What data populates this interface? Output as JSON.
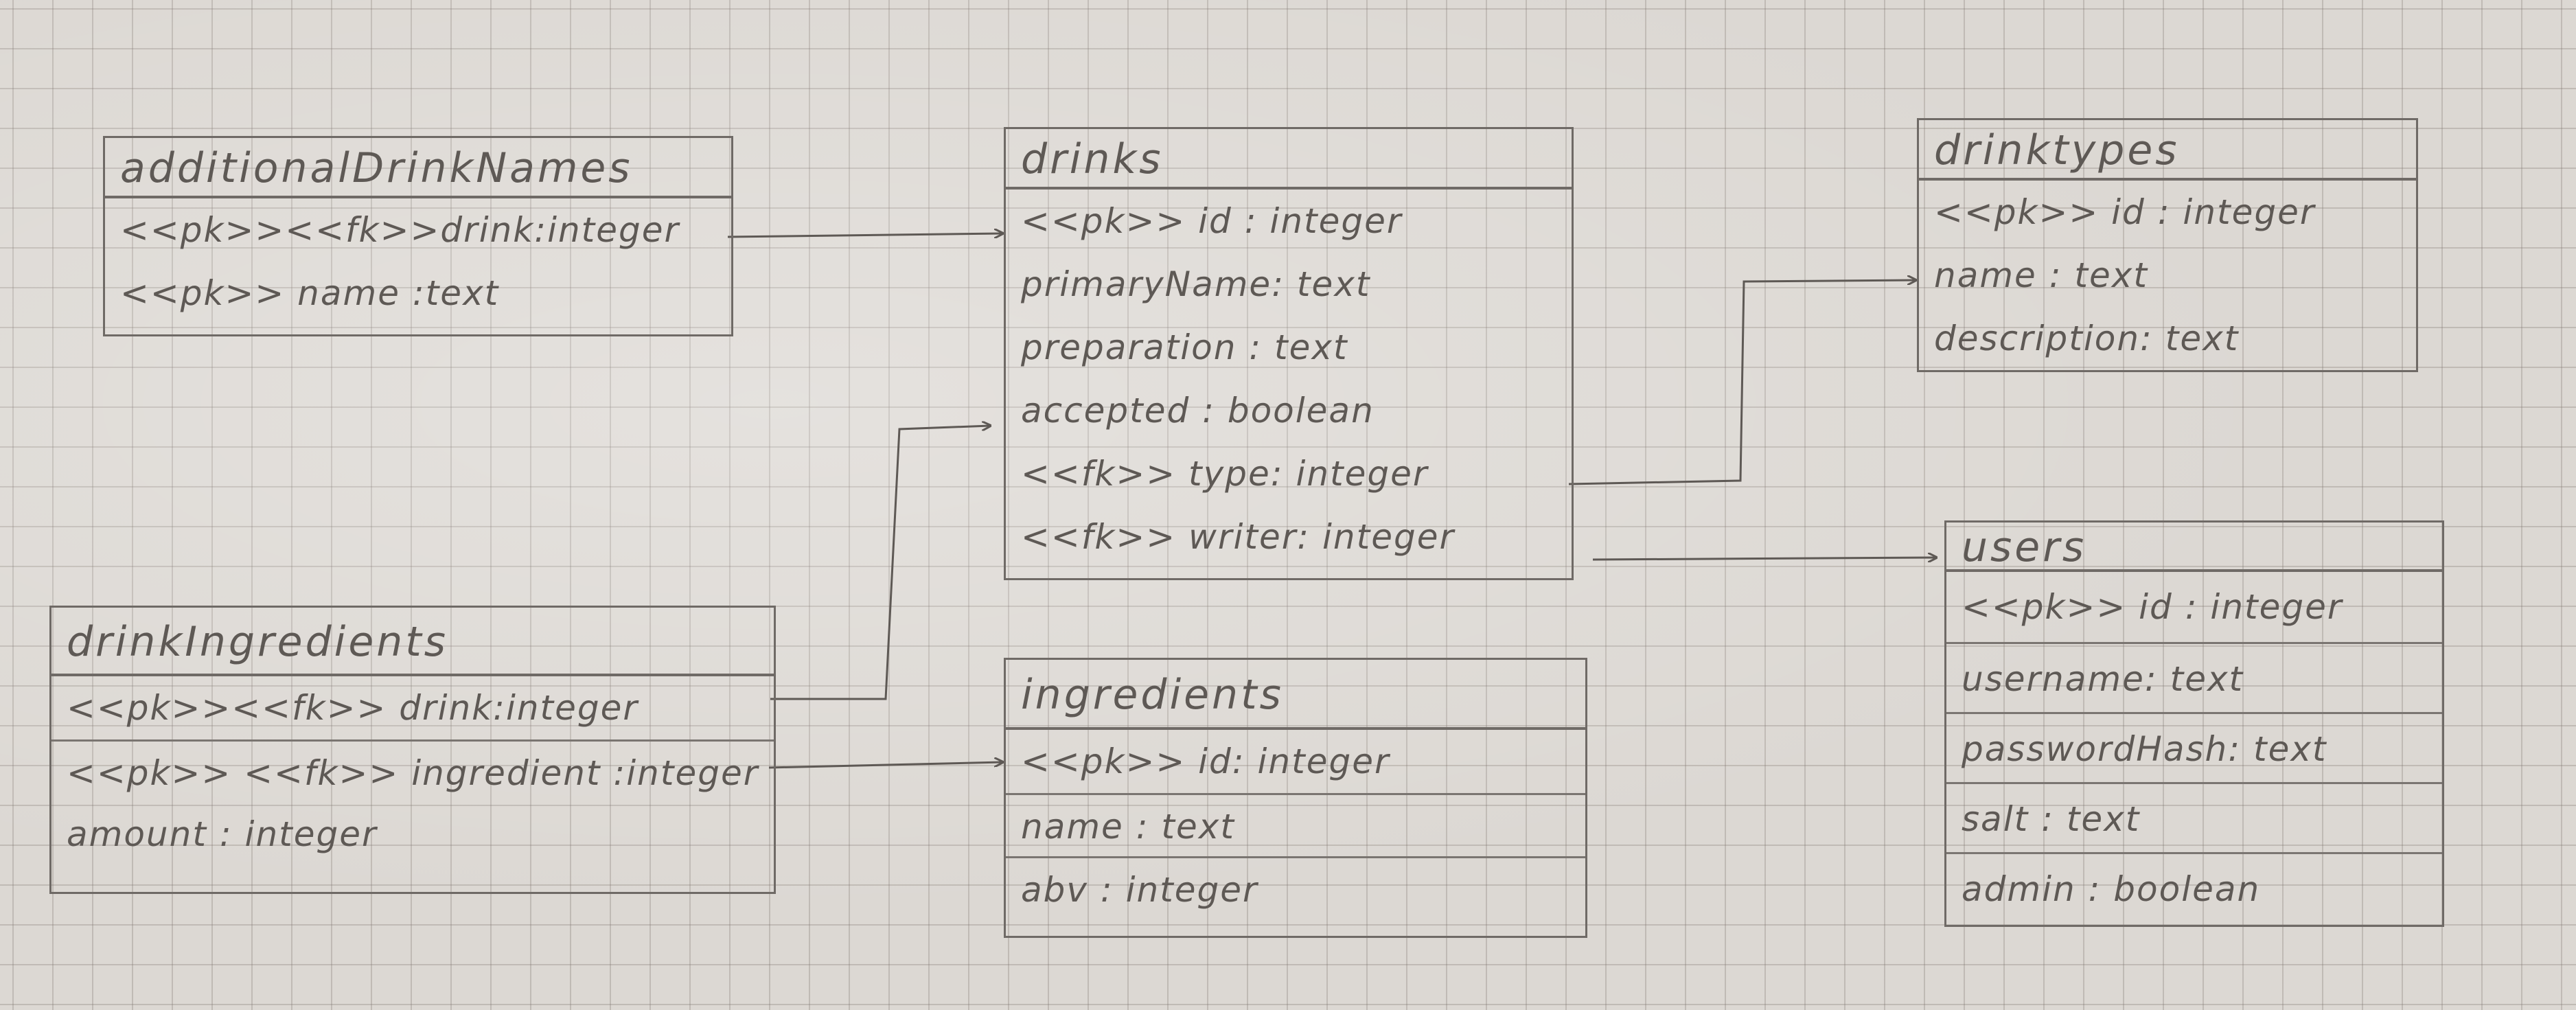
{
  "entities": {
    "additionalDrinkNames": {
      "title": "additionalDrinkNames",
      "rows": [
        "<<pk>><<fk>>drink:integer",
        "<<pk>> name :text"
      ]
    },
    "drinks": {
      "title": "drinks",
      "rows": [
        "<<pk>> id : integer",
        "primaryName: text",
        "preparation : text",
        "accepted : boolean",
        "<<fk>> type: integer",
        "<<fk>> writer: integer"
      ]
    },
    "drinktypes": {
      "title": "drinktypes",
      "rows": [
        "<<pk>> id : integer",
        "name : text",
        "description: text"
      ]
    },
    "drinkIngredients": {
      "title": "drinkIngredients",
      "rows": [
        "<<pk>><<fk>> drink:integer",
        "<<pk>> <<fk>> ingredient :integer",
        "amount : integer"
      ]
    },
    "ingredients": {
      "title": "ingredients",
      "rows": [
        "<<pk>> id: integer",
        "name : text",
        "abv : integer"
      ]
    },
    "users": {
      "title": "users",
      "rows": [
        "<<pk>> id : integer",
        "username: text",
        "passwordHash: text",
        "salt : text",
        "admin : boolean"
      ]
    }
  },
  "colors": {
    "pencil": "#5e5955",
    "grid": "#8a827d",
    "paper": "#dcd8d3"
  }
}
